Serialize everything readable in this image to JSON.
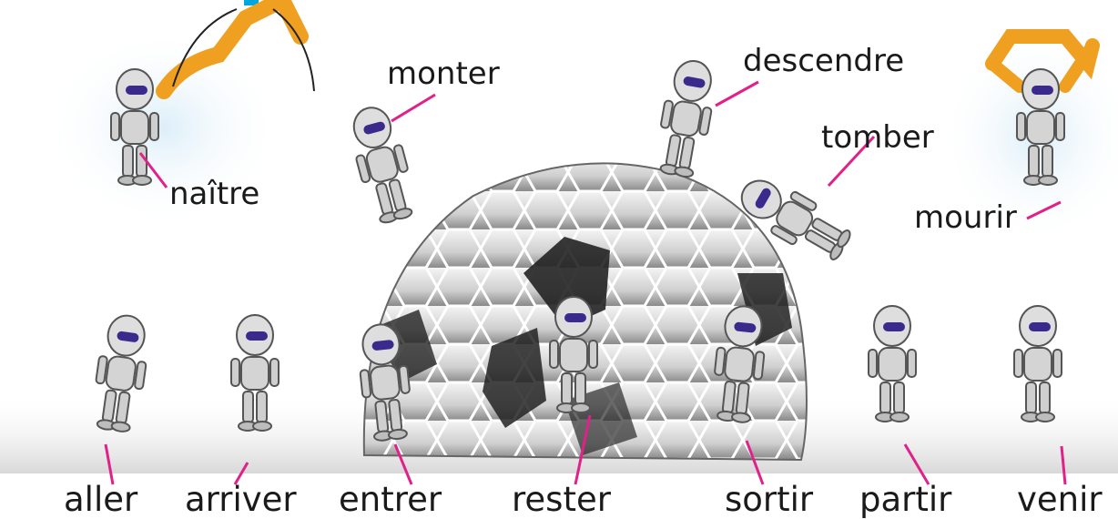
{
  "verbs": {
    "naitre": "naître",
    "monter": "monter",
    "descendre": "descendre",
    "tomber": "tomber",
    "mourir": "mourir",
    "aller": "aller",
    "arriver": "arriver",
    "entrer": "entrer",
    "rester": "rester",
    "sortir": "sortir",
    "partir": "partir",
    "venir": "venir"
  },
  "colors": {
    "leader_line": "#e0218a",
    "robot_visor": "#3a2a8c",
    "robot_body": "#d6d6d6",
    "robot_arm": "#f0a020",
    "dome_dark": "#2a2a2a",
    "dome_light": "#e8e8e8",
    "title_accent": "#00a6e0"
  },
  "icons": [
    "robot-icon",
    "robotic-arm-icon",
    "hexagon-dome-icon"
  ]
}
